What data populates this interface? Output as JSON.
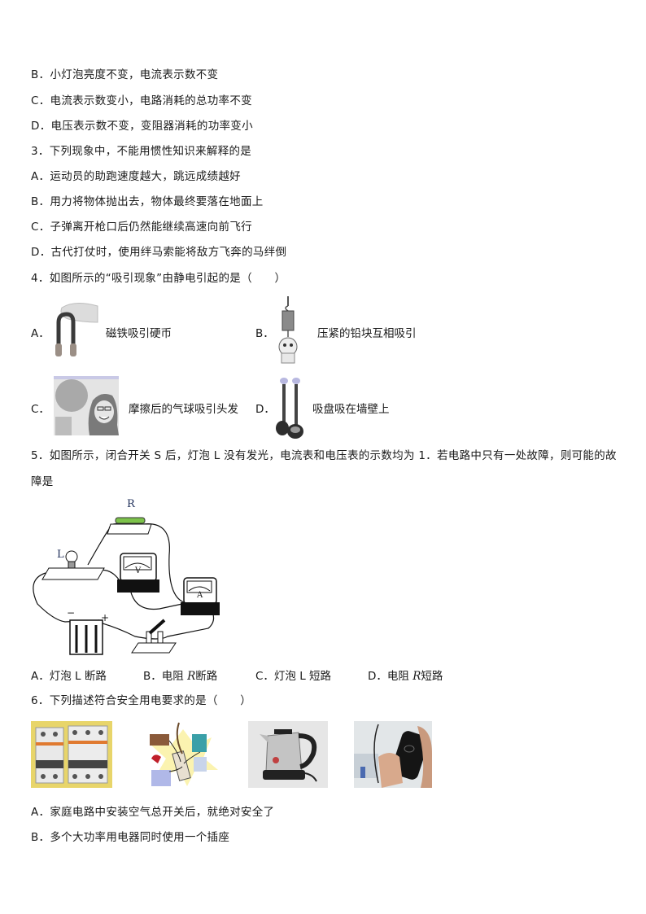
{
  "q2_options": {
    "B": "B．小灯泡亮度不变，电流表示数不变",
    "C": "C．电流表示数变小，电路消耗的总功率不变",
    "D": "D．电压表示数不变，变阻器消耗的功率变小"
  },
  "q3": {
    "stem": "3．下列现象中，不能用惯性知识来解释的是",
    "A": "A．运动员的助跑速度越大，跳远成绩越好",
    "B": "B．用力将物体抛出去，物体最终要落在地面上",
    "C": "C．子弹离开枪口后仍然能继续高速向前飞行",
    "D": "D．古代打仗时，使用绊马索能将敌方飞奔的马绊倒"
  },
  "q4": {
    "stem": "4．如图所示的“吸引现象”由静电引起的是（　　）",
    "options": [
      {
        "letter": "A．",
        "text": "磁铁吸引硬币",
        "image": "magnet-coins-image"
      },
      {
        "letter": "B．",
        "text": "压紧的铅块互相吸引",
        "image": "lead-blocks-image"
      },
      {
        "letter": "C．",
        "text": "摩擦后的气球吸引头发",
        "image": "balloon-hair-image"
      },
      {
        "letter": "D．",
        "text": "吸盘吸在墙壁上",
        "image": "suction-cup-image"
      }
    ]
  },
  "q5": {
    "stem_line1": "5．如图所示，闭合开关 S 后，灯泡 L 没有发光，电流表和电压表的示数均为 1．若电路中只有一处故障，则可能的故",
    "stem_line2": "障是",
    "diagram": {
      "label_R": "R",
      "label_L": "L",
      "label_V": "V",
      "label_A": "A",
      "label_minus": "−",
      "label_plus": "+"
    },
    "options": {
      "A_prefix": "A．灯泡 L 断路",
      "B_prefix": "B．电阻 ",
      "B_var": "R",
      "B_suffix": "断路",
      "C_prefix": "C．灯泡 L 短路",
      "D_prefix": "D．电阻 ",
      "D_var": "R",
      "D_suffix": "短路"
    }
  },
  "q6": {
    "stem": "6．下列描述符合安全用电要求的是（　　）",
    "images": [
      "circuit-breaker-image",
      "overloaded-socket-image",
      "electric-kettle-image",
      "phone-charging-image"
    ],
    "A": "A．家庭电路中安装空气总开关后，就绝对安全了",
    "B": "B．多个大功率用电器同时使用一个插座"
  }
}
